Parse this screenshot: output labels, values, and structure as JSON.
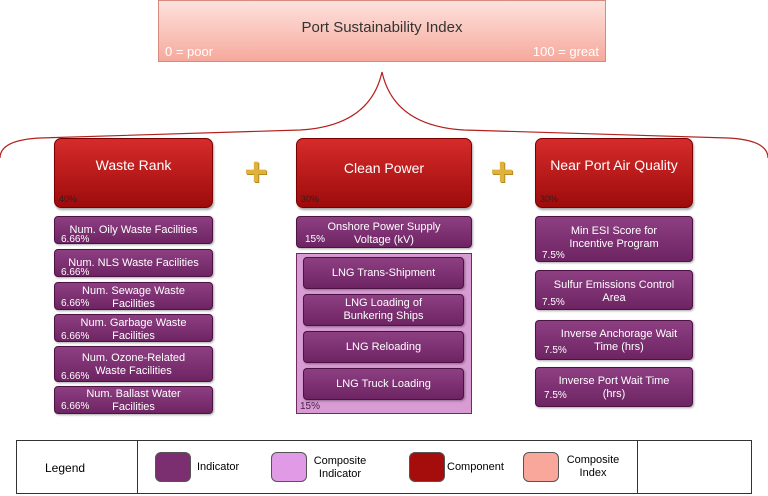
{
  "index": {
    "title": "Port Sustainability Index",
    "min_label": "0 = poor",
    "max_label": "100 = great"
  },
  "components": [
    {
      "title": "Waste Rank",
      "weight": "40%",
      "indicators": [
        {
          "label": "Num. Oily Waste Facilities",
          "weight": "6.66%"
        },
        {
          "label": "Num. NLS Waste Facilities",
          "weight": "6.66%"
        },
        {
          "label": "Num. Sewage Waste Facilities",
          "weight": "6.66%"
        },
        {
          "label": "Num. Garbage Waste Facilities",
          "weight": "6.66%"
        },
        {
          "label": "Num. Ozone-Related Waste Facilities",
          "weight": "6.66%"
        },
        {
          "label": "Num. Ballast Water Facilities",
          "weight": "6.66%"
        }
      ]
    },
    {
      "title": "Clean Power",
      "weight": "30%",
      "indicators": [
        {
          "label": "Onshore Power Supply Voltage (kV)",
          "weight": "15%"
        }
      ],
      "composite": {
        "weight": "15%",
        "items": [
          "LNG Trans-Shipment",
          "LNG Loading of Bunkering Ships",
          "LNG Reloading",
          "LNG Truck Loading"
        ]
      }
    },
    {
      "title": "Near Port Air Quality",
      "weight": "30%",
      "indicators": [
        {
          "label": "Min ESI Score for Incentive Program",
          "weight": "7.5%"
        },
        {
          "label": "Sulfur Emissions Control Area",
          "weight": "7.5%"
        },
        {
          "label": "Inverse Anchorage Wait Time (hrs)",
          "weight": "7.5%"
        },
        {
          "label": "Inverse Port Wait Time (hrs)",
          "weight": "7.5%"
        }
      ]
    }
  ],
  "plus_symbol": "+",
  "legend": {
    "title": "Legend",
    "items": [
      {
        "label": "Indicator",
        "color": "#7c2f70"
      },
      {
        "label": "Composite Indicator",
        "color": "#e09ae6"
      },
      {
        "label": "Component",
        "color": "#a50d0d"
      },
      {
        "label": "Composite Index",
        "color": "#f8a79a"
      }
    ]
  }
}
